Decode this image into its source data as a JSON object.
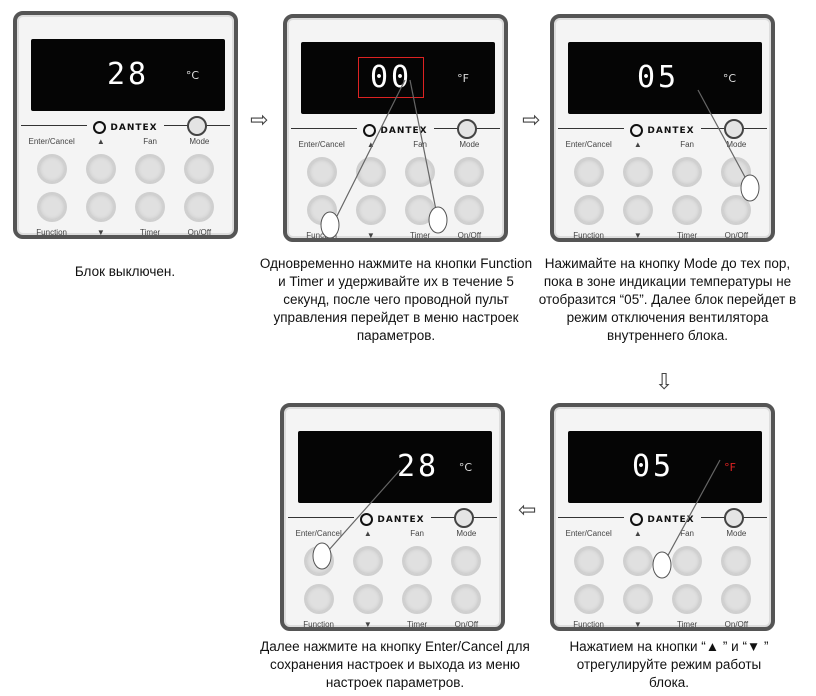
{
  "brand": "DANTEX",
  "button_labels": {
    "top": [
      "Enter/Cancel",
      "▲",
      "Fan",
      "Mode"
    ],
    "bottom": [
      "Function",
      "▼",
      "Timer",
      "On/Off"
    ]
  },
  "panels": [
    {
      "id": "p1",
      "display": "28",
      "unit": "°C"
    },
    {
      "id": "p2",
      "display": "00",
      "unit": "°F"
    },
    {
      "id": "p3",
      "display": "05",
      "unit": "°C"
    },
    {
      "id": "p4",
      "display": "05",
      "unit": "°F"
    },
    {
      "id": "p5",
      "display": "28",
      "unit": "°C"
    }
  ],
  "captions": {
    "c1": "Блок выключен.",
    "c2": "Одновременно нажмите на кнопки Function и Timer и удерживайте их в течение 5 секунд, после чего проводной пульт управления перейдет в меню настроек параметров.",
    "c3": "Нажимайте на кнопку Mode до тех пор, пока в зоне индикации температуры не отобразится “05”. Далее блок перейдет в режим отключения вентилятора внутреннего блока.",
    "c4": "Нажатием на кнопки “▲ ” и “▼ ” отрегулируйте режим работы блока.",
    "c5": "Далее нажмите на кнопку Enter/Cancel для сохранения настроек и выхода из меню настроек параметров."
  },
  "arrows": {
    "right": "⇨",
    "down": "⇩",
    "left": "⇦"
  }
}
